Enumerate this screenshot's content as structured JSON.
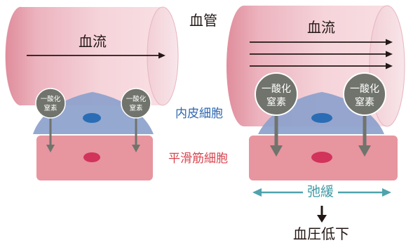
{
  "labels": {
    "blood_vessel": "血管",
    "blood_flow_left": "血流",
    "blood_flow_right": "血流",
    "endothelial_cell": "内皮細胞",
    "smooth_muscle_cell": "平滑筋細胞",
    "relaxation": "弛緩",
    "blood_pressure_drop": "血圧低下"
  },
  "nitric_oxide": {
    "line1": "一酸化",
    "line2": "窒素"
  },
  "colors": {
    "vessel": "#e7a0ad",
    "endothelium": "#8ca1cc",
    "endothelium_nucleus": "#2a6db5",
    "smooth_muscle": "#e7959f",
    "smooth_muscle_nucleus": "#d2335a",
    "no_circle": "#70746c",
    "relax_arrow": "#4fa3ad"
  }
}
